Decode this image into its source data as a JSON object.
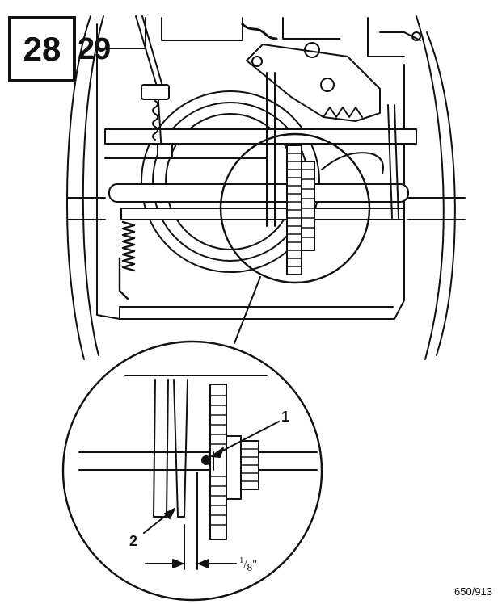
{
  "figure": {
    "number_primary": "28",
    "number_secondary": "29",
    "callouts": {
      "one": "1",
      "two": "2"
    },
    "dimension": {
      "numerator": "1",
      "denominator": "8",
      "unit": "\""
    },
    "reference_code": "650/913"
  },
  "colors": {
    "ink": "#111111",
    "paper": "#ffffff"
  }
}
